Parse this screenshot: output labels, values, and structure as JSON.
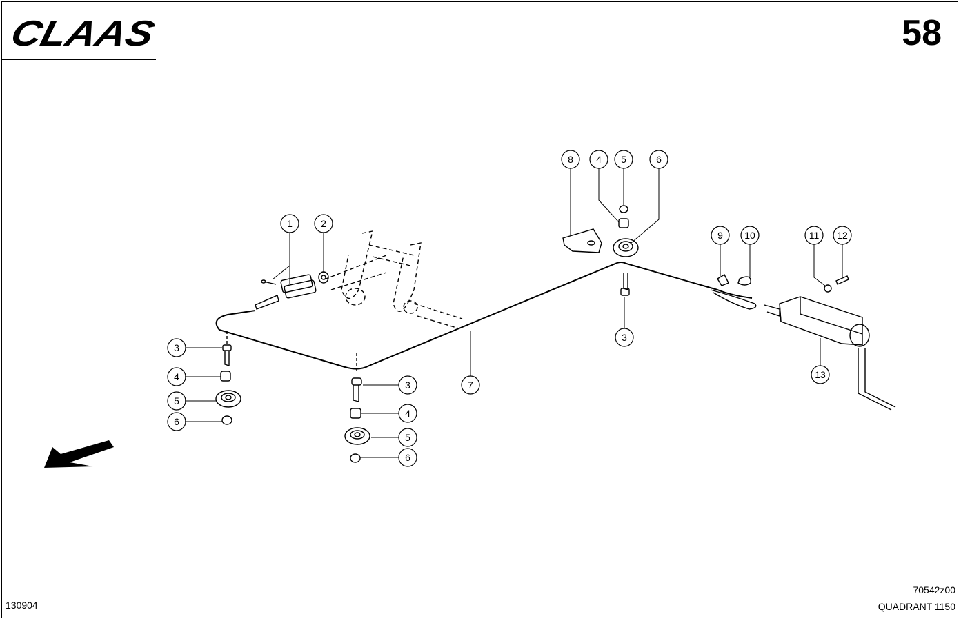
{
  "header": {
    "logo_text": "CLAAS",
    "page_number": "58"
  },
  "footer": {
    "date_code": "130904",
    "drawing_number": "70542z00",
    "model": "QUADRANT 1150"
  },
  "callouts": [
    {
      "label": "1"
    },
    {
      "label": "2"
    },
    {
      "label": "3"
    },
    {
      "label": "4"
    },
    {
      "label": "5"
    },
    {
      "label": "6"
    },
    {
      "label": "3"
    },
    {
      "label": "4"
    },
    {
      "label": "5"
    },
    {
      "label": "6"
    },
    {
      "label": "7"
    },
    {
      "label": "8"
    },
    {
      "label": "4"
    },
    {
      "label": "5"
    },
    {
      "label": "6"
    },
    {
      "label": "3"
    },
    {
      "label": "9"
    },
    {
      "label": "10"
    },
    {
      "label": "11"
    },
    {
      "label": "12"
    },
    {
      "label": "13"
    }
  ],
  "colors": {
    "ink": "#000000",
    "paper": "#ffffff"
  }
}
